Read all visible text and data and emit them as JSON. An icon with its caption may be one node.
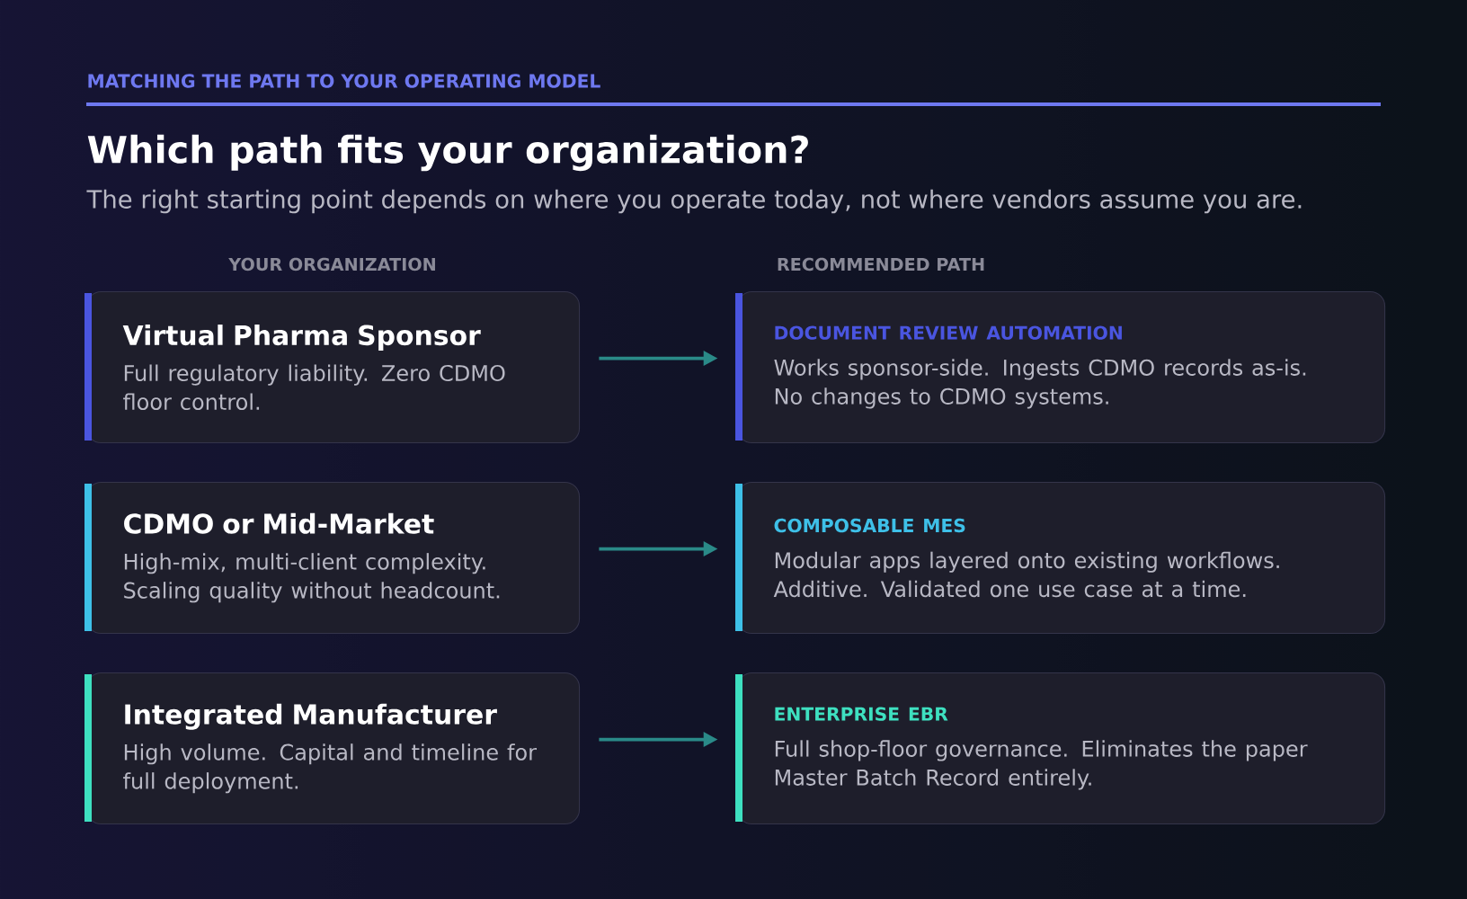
{
  "diagram": {
    "title": "Which path fits your organization?",
    "nodes": [
      {
        "text": [
          "Virtual Pharma Sponsor",
          "Full regulatory liability. Zero CDMO floor control."
        ]
      },
      {
        "text": [
          "DOCUMENT REVIEW AUTOMATION",
          "Works sponsor-side. Ingests CDMO records as-is. No changes to CDMO systems."
        ]
      },
      {
        "text": [
          "CDMO or Mid-Market",
          "High-mix, multi-client complexity. Scaling quality without headcount."
        ]
      },
      {
        "text": [
          "COMPOSABLE MES",
          "Modular apps layered onto existing workflows. Additive. Validated one use case at a time."
        ]
      },
      {
        "text": [
          "Integrated Manufacturer",
          "High volume. Capital and timeline for full deployment."
        ]
      },
      {
        "text": [
          "ENTERPRISE EBR",
          "Full shop-floor governance. Eliminates the paper Master Batch Record entirely."
        ]
      }
    ],
    "edges": [
      {
        "from": 0,
        "to": 1,
        "arrow": "to",
        "color": "#2a8a88"
      },
      {
        "from": 2,
        "to": 3,
        "arrow": "to",
        "color": "#2a8a88"
      },
      {
        "from": 4,
        "to": 5,
        "arrow": "to",
        "color": "#2a8a88"
      }
    ],
    "labels": [
      "MATCHING THE PATH TO YOUR OPERATING MODEL",
      "The right starting point depends on where you operate today, not where vendors assume you are.",
      "YOUR ORGANIZATION",
      "RECOMMENDED PATH"
    ]
  }
}
